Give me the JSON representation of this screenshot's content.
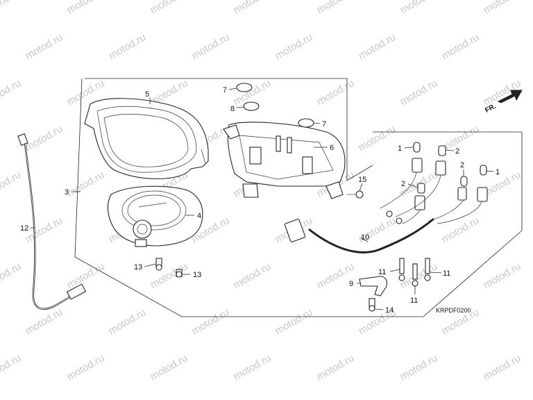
{
  "watermark": "motod.ru",
  "direction_label": "FR.",
  "diagram_code": "KRPDF0200",
  "callouts": {
    "c1a": "1",
    "c1b": "1",
    "c2a": "2",
    "c2b": "2",
    "c2c": "2",
    "c3": "3",
    "c4": "4",
    "c5": "5",
    "c6": "6",
    "c7a": "7",
    "c7b": "7",
    "c8": "8",
    "c9": "9",
    "c10": "10",
    "c11a": "11",
    "c11b": "11",
    "c11c": "11",
    "c12": "12",
    "c13a": "13",
    "c13b": "13",
    "c14": "14",
    "c15": "15"
  }
}
